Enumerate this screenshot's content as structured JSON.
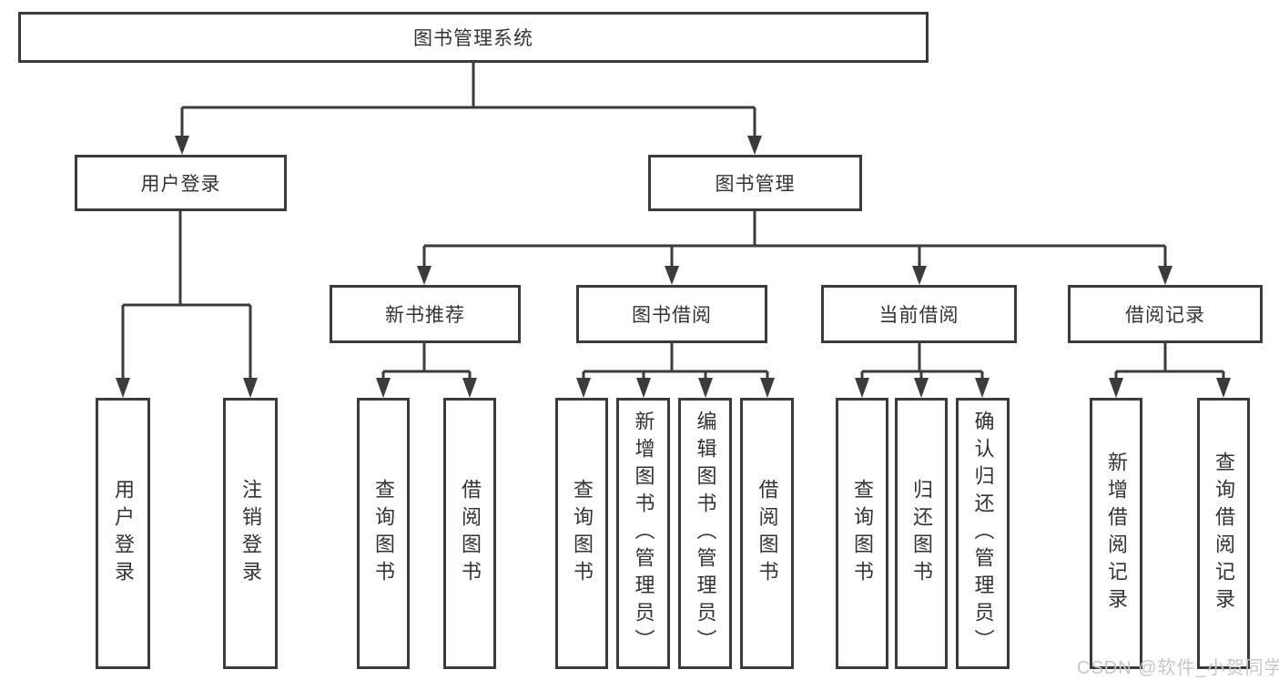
{
  "diagram": {
    "root": {
      "label": "图书管理系统"
    },
    "user_login": {
      "label": "用户登录",
      "children": [
        "用户登录",
        "注销登录"
      ]
    },
    "book_mgmt": {
      "label": "图书管理",
      "modules": [
        {
          "label": "新书推荐",
          "children": [
            "查询图书",
            "借阅图书"
          ]
        },
        {
          "label": "图书借阅",
          "children": [
            "查询图书",
            "新增图书（管理员）",
            "编辑图书（管理员）",
            "借阅图书"
          ]
        },
        {
          "label": "当前借阅",
          "children": [
            "查询图书",
            "归还图书",
            "确认归还（管理员）"
          ]
        },
        {
          "label": "借阅记录",
          "children": [
            "新增借阅记录",
            "查询借阅记录"
          ]
        }
      ]
    },
    "watermark": "CSDN @软件_小贺同学",
    "colors": {
      "line": "#3b3b3b",
      "text": "#333333",
      "background": "#ffffff",
      "watermark": "#c7c7c7"
    }
  }
}
